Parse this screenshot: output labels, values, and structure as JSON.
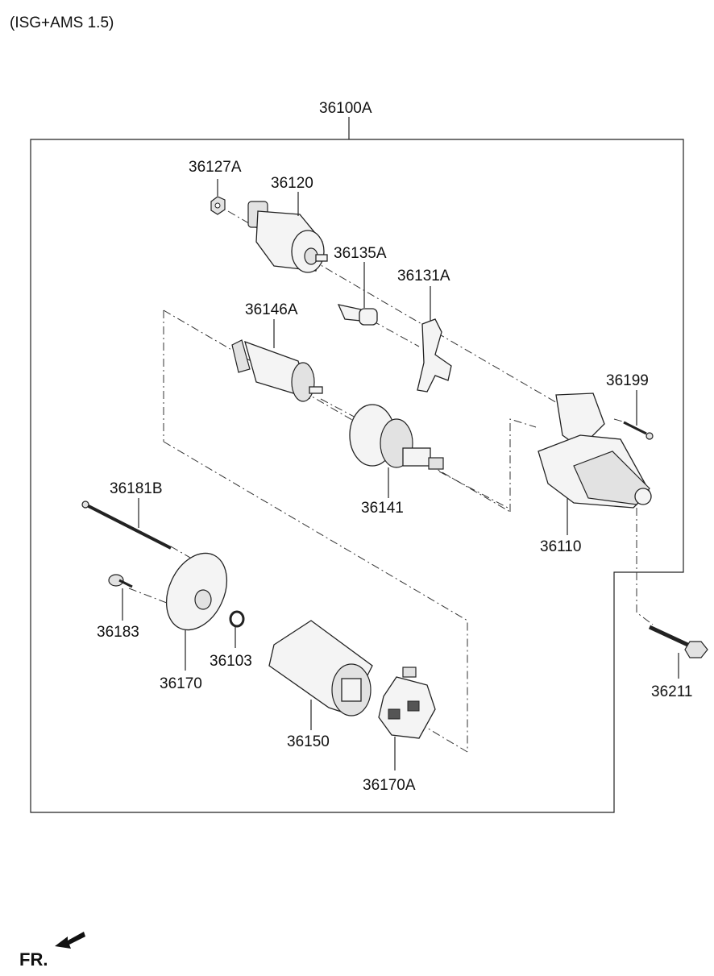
{
  "header": {
    "variant": "(ISG+AMS 1.5)"
  },
  "assembly": {
    "label": "36100A"
  },
  "parts": [
    {
      "id": "36127A"
    },
    {
      "id": "36120"
    },
    {
      "id": "36135A"
    },
    {
      "id": "36131A"
    },
    {
      "id": "36146A"
    },
    {
      "id": "36199"
    },
    {
      "id": "36141"
    },
    {
      "id": "36110"
    },
    {
      "id": "36181B"
    },
    {
      "id": "36183"
    },
    {
      "id": "36170"
    },
    {
      "id": "36103"
    },
    {
      "id": "36211"
    },
    {
      "id": "36150"
    },
    {
      "id": "36170A"
    }
  ],
  "footer": {
    "direction": "FR."
  }
}
